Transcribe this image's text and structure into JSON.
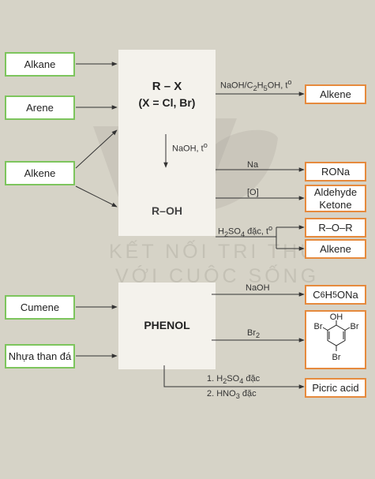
{
  "inputs": {
    "alkane": "Alkane",
    "arene": "Arene",
    "alkene": "Alkene",
    "cumene": "Cumene",
    "coal_tar": "Nhựa than đá"
  },
  "center": {
    "rx_line1": "R – X",
    "rx_line2": "(X = Cl, Br)",
    "roh": "R–OH",
    "phenol": "PHENOL"
  },
  "conditions": {
    "naoh_ethanol": "NaOH/C2H5OH, to",
    "naoh_heat": "NaOH, to",
    "na": "Na",
    "oxidation": "[O]",
    "h2so4_conc": "H2SO4 đặc, to",
    "naoh": "NaOH",
    "br2": "Br2",
    "nitration_1": "1. H2SO4 đặc",
    "nitration_2": "2. HNO3 đặc"
  },
  "products": {
    "alkene_from_rx": "Alkene",
    "rona": "RONa",
    "aldehyde": "Aldehyde",
    "ketone": "Ketone",
    "ether": "R–O–R",
    "alkene_from_roh": "Alkene",
    "phenoxide": "C6H5ONa",
    "picric": "Picric acid"
  },
  "tribromophenol": {
    "oh": "OH",
    "br_left": "Br",
    "br_right": "Br",
    "br_bottom": "Br"
  },
  "watermark": {
    "line1": "KẾT NỐI TRI THỨC",
    "line2": "VỚI CUỘC SỐNG"
  },
  "colors": {
    "input_border": "#7dc55d",
    "product_border": "#e68a3d",
    "background": "#d6d3c7",
    "panel": "#f4f2ec"
  }
}
